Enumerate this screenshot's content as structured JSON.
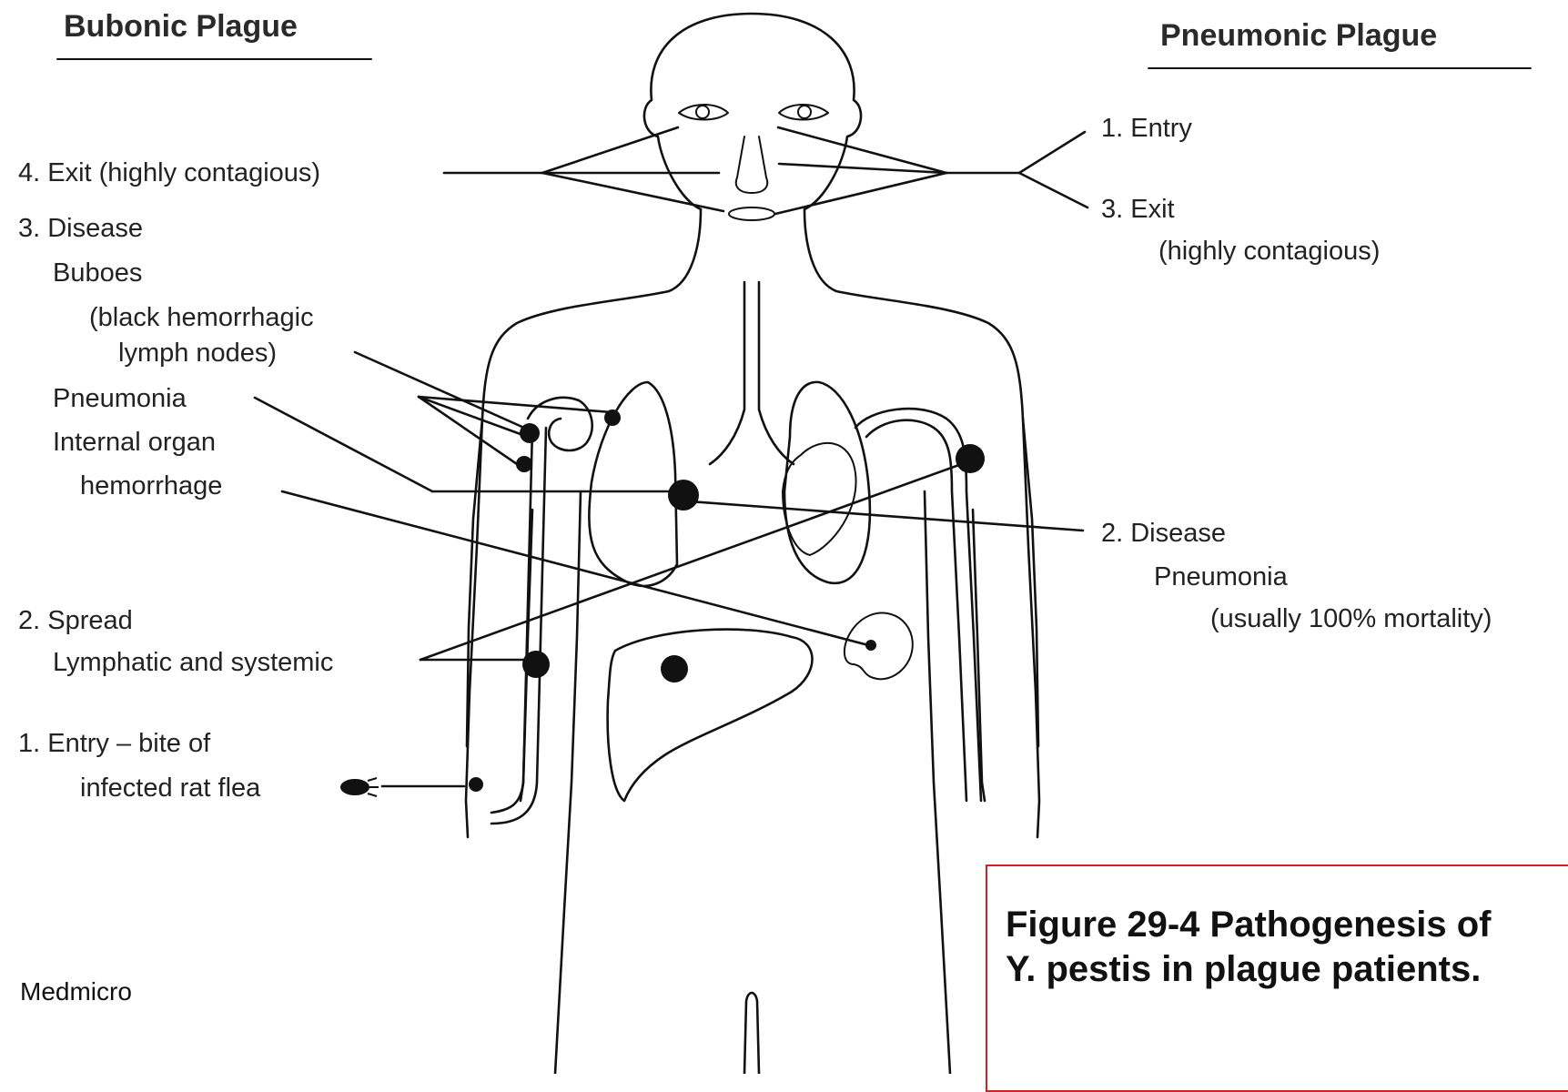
{
  "headers": {
    "left": "Bubonic Plague",
    "right": "Pneumonic Plague"
  },
  "bubonic_labels": {
    "exit": "4. Exit (highly contagious)",
    "disease_title": "3. Disease",
    "buboes": "Buboes",
    "buboes_desc_1": "(black hemorrhagic",
    "buboes_desc_2": "lymph nodes)",
    "pneumonia": "Pneumonia",
    "internal_organ_1": "Internal organ",
    "internal_organ_2": "hemorrhage",
    "spread_title": "2. Spread",
    "spread_desc": "Lymphatic and systemic",
    "entry_1": "1. Entry – bite of",
    "entry_2": "infected rat flea"
  },
  "pneumonic_labels": {
    "entry": "1. Entry",
    "exit": "3. Exit",
    "exit_desc": "(highly contagious)",
    "disease_title": "2. Disease",
    "disease_sub": "Pneumonia",
    "disease_desc": "(usually 100% mortality)"
  },
  "credit": "Medmicro",
  "caption": {
    "line1": "Figure 29-4 Pathogenesis of",
    "line2": "Y. pestis in plague patients."
  },
  "colors": {
    "ink": "#111111",
    "caption_border": "#d42020"
  }
}
